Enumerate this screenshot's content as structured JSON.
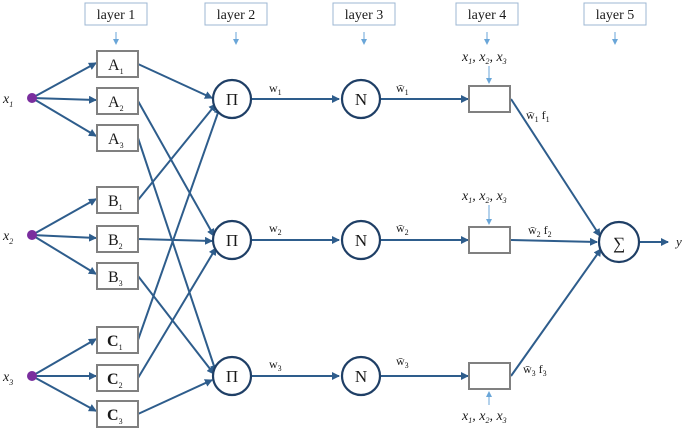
{
  "layers": [
    "layer 1",
    "layer 2",
    "layer 3",
    "layer 4",
    "layer 5"
  ],
  "inputs": [
    {
      "name": "x",
      "sub": "1"
    },
    {
      "name": "x",
      "sub": "2"
    },
    {
      "name": "x",
      "sub": "3"
    }
  ],
  "membership": [
    {
      "letter": "A",
      "sub": "1"
    },
    {
      "letter": "A",
      "sub": "2"
    },
    {
      "letter": "A",
      "sub": "3"
    },
    {
      "letter": "B",
      "sub": "1"
    },
    {
      "letter": "B",
      "sub": "2"
    },
    {
      "letter": "B",
      "sub": "3"
    },
    {
      "letter": "C",
      "sub": "1"
    },
    {
      "letter": "C",
      "sub": "2"
    },
    {
      "letter": "C",
      "sub": "3"
    }
  ],
  "rule_symbol": "Π",
  "norm_symbol": "N",
  "sum_symbol": "∑",
  "weights": [
    {
      "name": "w",
      "sub": "1"
    },
    {
      "name": "w",
      "sub": "2"
    },
    {
      "name": "w",
      "sub": "3"
    }
  ],
  "norm_weights": [
    {
      "name": "w̄",
      "sub": "1"
    },
    {
      "name": "w̄",
      "sub": "2"
    },
    {
      "name": "w̄",
      "sub": "3"
    }
  ],
  "consequent_outputs": [
    {
      "w": "w̄",
      "sub": "1",
      "f": "f",
      "fsub": "1"
    },
    {
      "w": "w̄",
      "sub": "2",
      "f": "f",
      "fsub": "2"
    },
    {
      "w": "w̄",
      "sub": "3",
      "f": "f",
      "fsub": "3"
    }
  ],
  "consequent_inputs": [
    [
      "x",
      "1",
      "x",
      "2",
      "x",
      "3"
    ],
    [
      "x",
      "1",
      "x",
      "2",
      "x",
      "3"
    ],
    [
      "x",
      "1",
      "x",
      "2",
      "x",
      "3"
    ]
  ],
  "output_label": "y",
  "colors": {
    "line": "#2e5d8c",
    "node_stroke": "#1f3f66",
    "box_stroke": "#808080",
    "input_dot": "#7a2e9e",
    "label_arrow": "#6aa6d8"
  }
}
